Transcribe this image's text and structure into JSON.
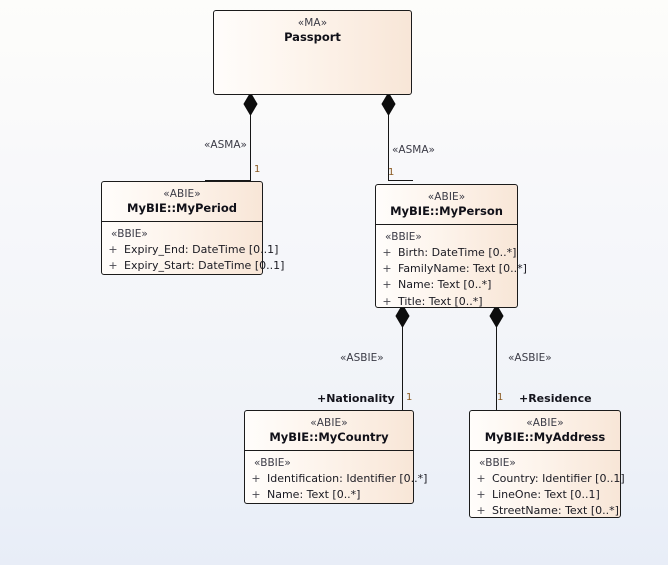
{
  "diagram": {
    "title": "UML Class Diagram",
    "background_top": "#fdfdfa",
    "background_bottom": "#e8edf7",
    "class_fill_left": "#fffdfb",
    "class_fill_right": "#f8e6d7",
    "border_color": "#1b1b1b",
    "multiplicity_color": "#8a5a22"
  },
  "classes": [
    {
      "id": "passport",
      "stereotype": "«MA»",
      "name": "Passport",
      "group_stereotype": "",
      "attributes": []
    },
    {
      "id": "myperiod",
      "stereotype": "«ABIE»",
      "name": "MyBIE::MyPeriod",
      "group_stereotype": "«BBIE»",
      "attributes": [
        {
          "visibility": "+",
          "text": "Expiry_End: DateTime [0..1]"
        },
        {
          "visibility": "+",
          "text": "Expiry_Start: DateTime [0..1]"
        }
      ]
    },
    {
      "id": "myperson",
      "stereotype": "«ABIE»",
      "name": "MyBIE::MyPerson",
      "group_stereotype": "«BBIE»",
      "attributes": [
        {
          "visibility": "+",
          "text": "Birth: DateTime [0..*]"
        },
        {
          "visibility": "+",
          "text": "FamilyName: Text [0..*]"
        },
        {
          "visibility": "+",
          "text": "Name: Text [0..*]"
        },
        {
          "visibility": "+",
          "text": "Title: Text [0..*]"
        }
      ]
    },
    {
      "id": "mycountry",
      "stereotype": "«ABIE»",
      "name": "MyBIE::MyCountry",
      "group_stereotype": "«BBIE»",
      "attributes": [
        {
          "visibility": "+",
          "text": "Identification: Identifier [0..*]"
        },
        {
          "visibility": "+",
          "text": "Name: Text [0..*]"
        }
      ]
    },
    {
      "id": "myaddress",
      "stereotype": "«ABIE»",
      "name": "MyBIE::MyAddress",
      "group_stereotype": "«BBIE»",
      "attributes": [
        {
          "visibility": "+",
          "text": "Country: Identifier [0..1]"
        },
        {
          "visibility": "+",
          "text": "LineOne: Text [0..1]"
        },
        {
          "visibility": "+",
          "text": "StreetName: Text [0..*]"
        }
      ]
    }
  ],
  "connectors": [
    {
      "id": "passport-myperiod",
      "stereotype": "«ASMA»",
      "role": "",
      "multiplicity": "1",
      "source": "Passport",
      "target": "MyBIE::MyPeriod",
      "marker": "filled-diamond"
    },
    {
      "id": "passport-myperson",
      "stereotype": "«ASMA»",
      "role": "",
      "multiplicity": "1",
      "source": "Passport",
      "target": "MyBIE::MyPerson",
      "marker": "filled-diamond"
    },
    {
      "id": "myperson-mycountry",
      "stereotype": "«ASBIE»",
      "role": "+Nationality",
      "multiplicity": "1",
      "source": "MyBIE::MyPerson",
      "target": "MyBIE::MyCountry",
      "marker": "filled-diamond"
    },
    {
      "id": "myperson-myaddress",
      "stereotype": "«ASBIE»",
      "role": "+Residence",
      "multiplicity": "1",
      "source": "MyBIE::MyPerson",
      "target": "MyBIE::MyAddress",
      "marker": "filled-diamond"
    }
  ]
}
